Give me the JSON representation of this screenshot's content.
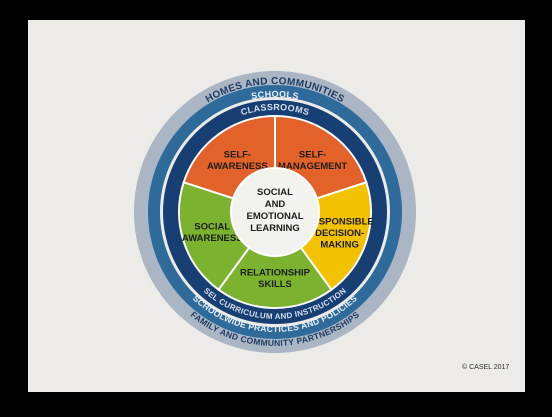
{
  "rings": {
    "outer_top": "HOMES AND COMMUNITIES",
    "outer_bottom": "FAMILY AND COMMUNITY PARTNERSHIPS",
    "middle_top": "SCHOOLS",
    "middle_bottom": "SCHOOLWIDE PRACTICES AND POLICIES",
    "inner_top": "CLASSROOMS",
    "inner_bottom": "SEL CURRICULUM AND INSTRUCTION"
  },
  "center": {
    "line1": "SOCIAL",
    "line2": "AND",
    "line3": "EMOTIONAL",
    "line4": "LEARNING"
  },
  "segments": [
    {
      "key": "self_awareness",
      "lines": [
        "SELF-",
        "AWARENESS"
      ],
      "color": "#e2622a"
    },
    {
      "key": "self_management",
      "lines": [
        "SELF-",
        "MANAGEMENT"
      ],
      "color": "#e2622a"
    },
    {
      "key": "responsible_decision_making",
      "lines": [
        "RESPONSIBLE",
        "DECISION-",
        "MAKING"
      ],
      "color": "#f2c200"
    },
    {
      "key": "relationship_skills",
      "lines": [
        "RELATIONSHIP",
        "SKILLS"
      ],
      "color": "#7cb32e"
    },
    {
      "key": "social_awareness",
      "lines": [
        "SOCIAL",
        "AWARENESS"
      ],
      "color": "#7cb32e"
    }
  ],
  "colors": {
    "outer_ring": "#aab6c4",
    "middle_ring": "#2e6a9a",
    "inner_ring": "#173f73",
    "center": "#f2f2ee"
  },
  "copyright": "© CASEL 2017"
}
